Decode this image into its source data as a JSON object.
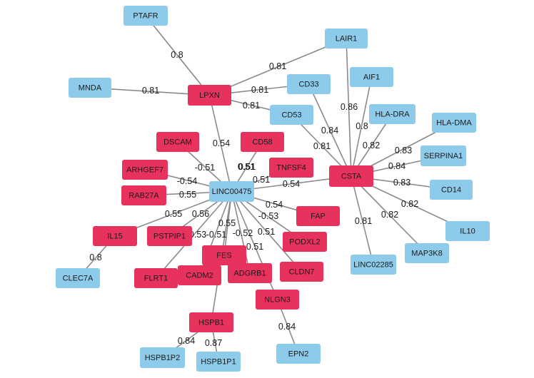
{
  "colors": {
    "pink": "#e8325e",
    "blue": "#8ecae9",
    "edge": "#8a8a8a"
  },
  "nodes": [
    {
      "id": "PTAFR",
      "label": "PTAFR",
      "color": "blue"
    },
    {
      "id": "LAIR1",
      "label": "LAIR1",
      "color": "blue"
    },
    {
      "id": "MNDA",
      "label": "MNDA",
      "color": "blue"
    },
    {
      "id": "LPXN",
      "label": "LPXN",
      "color": "pink"
    },
    {
      "id": "CD33",
      "label": "CD33",
      "color": "blue"
    },
    {
      "id": "AIF1",
      "label": "AIF1",
      "color": "blue"
    },
    {
      "id": "CD53",
      "label": "CD53",
      "color": "blue"
    },
    {
      "id": "HLA-DRA",
      "label": "HLA-DRA",
      "color": "blue"
    },
    {
      "id": "HLA-DMA",
      "label": "HLA-DMA",
      "color": "blue"
    },
    {
      "id": "DSCAM",
      "label": "DSCAM",
      "color": "pink"
    },
    {
      "id": "CD58",
      "label": "CD58",
      "color": "pink"
    },
    {
      "id": "SERPINA1",
      "label": "SERPINA1",
      "color": "blue"
    },
    {
      "id": "ARHGEF7",
      "label": "ARHGEF7",
      "color": "pink"
    },
    {
      "id": "TNFSF4",
      "label": "TNFSF4",
      "color": "pink"
    },
    {
      "id": "CSTA",
      "label": "CSTA",
      "color": "pink"
    },
    {
      "id": "LINC00475",
      "label": "LINC00475",
      "color": "blue"
    },
    {
      "id": "CD14",
      "label": "CD14",
      "color": "blue"
    },
    {
      "id": "RAB27A",
      "label": "RAB27A",
      "color": "pink"
    },
    {
      "id": "FAP",
      "label": "FAP",
      "color": "pink"
    },
    {
      "id": "IL10",
      "label": "IL10",
      "color": "blue"
    },
    {
      "id": "IL15",
      "label": "IL15",
      "color": "pink"
    },
    {
      "id": "PSTPIP1",
      "label": "PSTPIP1",
      "color": "pink"
    },
    {
      "id": "PODXL2",
      "label": "PODXL2",
      "color": "pink"
    },
    {
      "id": "MAP3K8",
      "label": "MAP3K8",
      "color": "blue"
    },
    {
      "id": "FES",
      "label": "FES",
      "color": "pink"
    },
    {
      "id": "LINC02285",
      "label": "LINC02285",
      "color": "blue"
    },
    {
      "id": "CLEC7A",
      "label": "CLEC7A",
      "color": "blue"
    },
    {
      "id": "CLDN7",
      "label": "CLDN7",
      "color": "pink"
    },
    {
      "id": "FLRT1",
      "label": "FLRT1",
      "color": "pink"
    },
    {
      "id": "CADM2",
      "label": "CADM2",
      "color": "pink"
    },
    {
      "id": "ADGRB1",
      "label": "ADGRB1",
      "color": "pink"
    },
    {
      "id": "NLGN3",
      "label": "NLGN3",
      "color": "pink"
    },
    {
      "id": "HSPB1",
      "label": "HSPB1",
      "color": "pink"
    },
    {
      "id": "EPN2",
      "label": "EPN2",
      "color": "blue"
    },
    {
      "id": "HSPB1P2",
      "label": "HSPB1P2",
      "color": "blue"
    },
    {
      "id": "HSPB1P1",
      "label": "HSPB1P1",
      "color": "blue"
    }
  ],
  "edges": [
    {
      "source": "LPXN",
      "target": "PTAFR",
      "label": "0.8"
    },
    {
      "source": "LPXN",
      "target": "LAIR1",
      "label": "0.81"
    },
    {
      "source": "LPXN",
      "target": "MNDA",
      "label": "0.81"
    },
    {
      "source": "LPXN",
      "target": "CD33",
      "label": "0.81"
    },
    {
      "source": "LPXN",
      "target": "CD53",
      "label": "0.81"
    },
    {
      "source": "LPXN",
      "target": "LINC00475",
      "label": "0.54"
    },
    {
      "source": "CSTA",
      "target": "LAIR1",
      "label": "0.86"
    },
    {
      "source": "CSTA",
      "target": "CD33",
      "label": "0.84"
    },
    {
      "source": "CSTA",
      "target": "AIF1",
      "label": "0.8"
    },
    {
      "source": "CSTA",
      "target": "CD53",
      "label": "0.81"
    },
    {
      "source": "CSTA",
      "target": "HLA-DRA",
      "label": "0.82"
    },
    {
      "source": "CSTA",
      "target": "HLA-DMA",
      "label": "0.83"
    },
    {
      "source": "CSTA",
      "target": "SERPINA1",
      "label": "0.84"
    },
    {
      "source": "CSTA",
      "target": "CD14",
      "label": "0.83"
    },
    {
      "source": "CSTA",
      "target": "IL10",
      "label": "0.82"
    },
    {
      "source": "CSTA",
      "target": "MAP3K8",
      "label": "0.82"
    },
    {
      "source": "CSTA",
      "target": "LINC02285",
      "label": "0.81"
    },
    {
      "source": "CSTA",
      "target": "LINC00475",
      "label": "0.54"
    },
    {
      "source": "LINC00475",
      "target": "DSCAM",
      "label": "-0.51"
    },
    {
      "source": "LINC00475",
      "target": "CD58",
      "label": "0.51"
    },
    {
      "source": "LINC00475",
      "target": "TNFSF4",
      "label": "0.51"
    },
    {
      "source": "LINC00475",
      "target": "ARHGEF7",
      "label": "-0.54"
    },
    {
      "source": "LINC00475",
      "target": "RAB27A",
      "label": "0.55"
    },
    {
      "source": "LINC00475",
      "target": "FAP",
      "label": "0.54"
    },
    {
      "source": "LINC00475",
      "target": "PODXL2",
      "label": "-0.53"
    },
    {
      "source": "LINC00475",
      "target": "IL15",
      "label": "0.55"
    },
    {
      "source": "LINC00475",
      "target": "PSTPIP1",
      "label": "0.56"
    },
    {
      "source": "LINC00475",
      "target": "FLRT1",
      "label": "-0.53"
    },
    {
      "source": "LINC00475",
      "target": "CADM2",
      "label": "-0.51"
    },
    {
      "source": "LINC00475",
      "target": "FES",
      "label": "0.55"
    },
    {
      "source": "LINC00475",
      "target": "ADGRB1",
      "label": "-0.52"
    },
    {
      "source": "LINC00475",
      "target": "NLGN3",
      "label": "-0.51"
    },
    {
      "source": "LINC00475",
      "target": "CLDN7",
      "label": "0.51"
    },
    {
      "source": "LINC00475",
      "target": "HSPB1",
      "label": "0.51"
    },
    {
      "source": "IL15",
      "target": "CLEC7A",
      "label": "0.8"
    },
    {
      "source": "NLGN3",
      "target": "EPN2",
      "label": "0.84"
    },
    {
      "source": "HSPB1",
      "target": "HSPB1P2",
      "label": "0.84"
    },
    {
      "source": "HSPB1",
      "target": "HSPB1P1",
      "label": "0.87"
    }
  ]
}
